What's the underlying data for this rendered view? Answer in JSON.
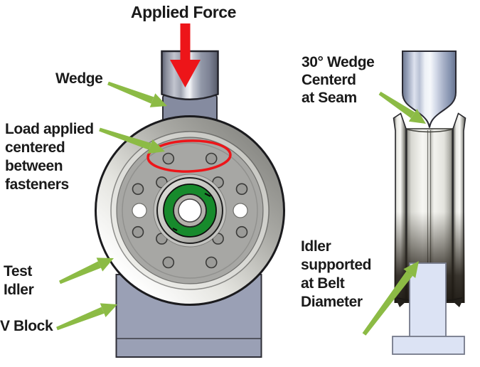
{
  "figure": {
    "type": "technical-diagram",
    "description": "Idler pulley wedge-load test fixture, front view (left) and side view (right)"
  },
  "colors": {
    "background": "#ffffff",
    "text": "#1a1a1a",
    "green_arrow": "#8cbb45",
    "red_accent": "#ed1519",
    "idler_face": "#a7a7a4",
    "hole_fill": "#9b9b98",
    "v_block": "#9aa0b5",
    "pedestal": "#dce3f4",
    "bearing_green": "#178a2c",
    "collar_gray": "#858ba0"
  },
  "annotations": {
    "applied_force": "Applied Force",
    "wedge": "Wedge",
    "load_applied": [
      "Load applied",
      "centered",
      "between",
      "fasteners"
    ],
    "test_idler": [
      "Test",
      "Idler"
    ],
    "v_block": "V Block",
    "wedge_30": [
      "30° Wedge",
      "Centerd",
      "at Seam"
    ],
    "idler_supported": [
      "Idler",
      "supported",
      "at Belt",
      "Diameter"
    ]
  },
  "front_view": {
    "outer_bolt_holes": 8,
    "inner_bolt_holes": 4,
    "side_through_holes": 2
  }
}
